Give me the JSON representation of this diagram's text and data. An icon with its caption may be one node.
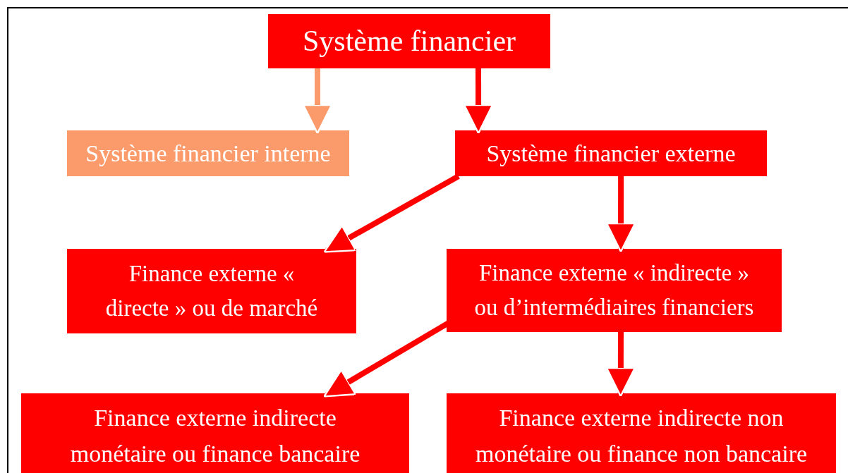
{
  "diagram": {
    "nodes": [
      {
        "text": [
          "Système financier"
        ]
      },
      {
        "text": [
          "Système financier interne"
        ]
      },
      {
        "text": [
          "Système financier externe"
        ]
      },
      {
        "text": [
          "Finance externe « directe » ou de marché"
        ]
      },
      {
        "text": [
          "Finance externe « indirecte » ou d’intermédiaires financiers"
        ]
      },
      {
        "text": [
          "Finance externe indirecte monétaire ou finance bancaire"
        ]
      },
      {
        "text": [
          "Finance externe indirecte non monétaire ou finance non bancaire"
        ]
      }
    ],
    "edges": [
      {
        "from": 0,
        "to": 1,
        "arrow": "to",
        "color": "#fb9b6b"
      },
      {
        "from": 0,
        "to": 2,
        "arrow": "to"
      },
      {
        "from": 2,
        "to": 3,
        "arrow": "to"
      },
      {
        "from": 2,
        "to": 4,
        "arrow": "to"
      },
      {
        "from": 4,
        "to": 5,
        "arrow": "to"
      },
      {
        "from": 4,
        "to": 6,
        "arrow": "to"
      }
    ]
  }
}
